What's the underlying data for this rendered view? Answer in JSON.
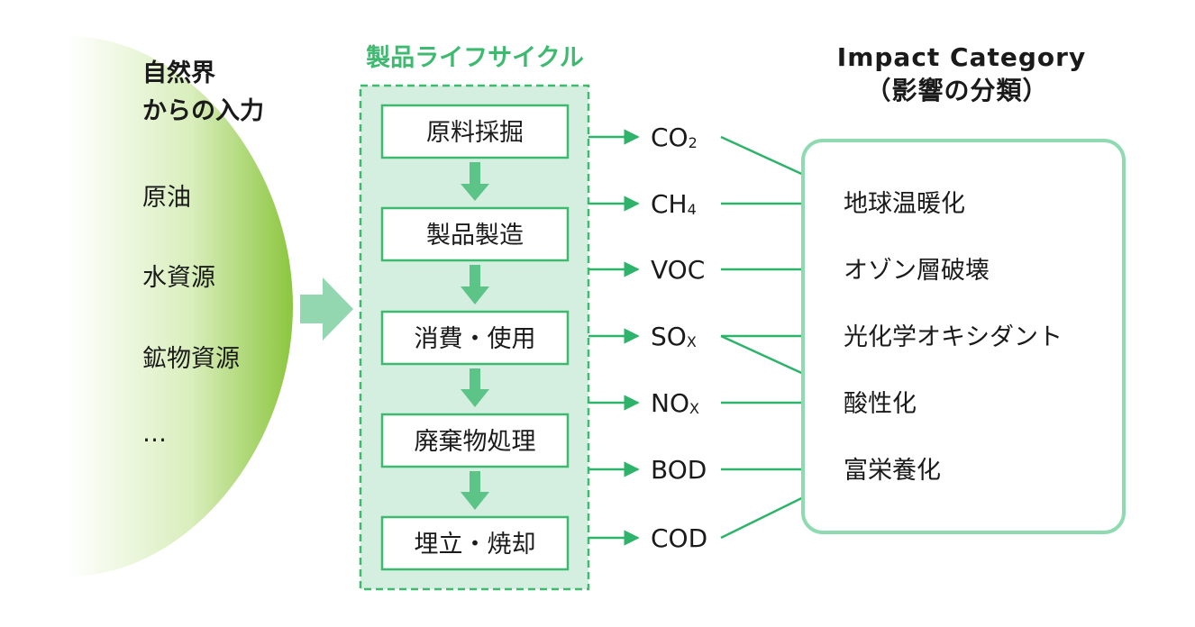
{
  "colors": {
    "nature_light": "#ffffff",
    "nature_dark": "#8cc63f",
    "lifecycle_fill": "#d4efdf",
    "lifecycle_border": "#3dba6f",
    "lifecycle_title": "#3dba6f",
    "stage_border": "#3dba6f",
    "down_arrow": "#5cc487",
    "big_arrow": "#92d7b0",
    "flow_arrow": "#2eb36a",
    "impact_border": "#8fdab1"
  },
  "nature": {
    "title_line1": "自然界",
    "title_line2": "からの入力",
    "items": [
      "原油",
      "水資源",
      "鉱物資源",
      "…"
    ]
  },
  "lifecycle": {
    "title": "製品ライフサイクル",
    "stages": [
      "原料採掘",
      "製品製造",
      "消費・使用",
      "廃棄物処理",
      "埋立・焼却"
    ]
  },
  "substances": [
    {
      "base": "CO",
      "sub": "2"
    },
    {
      "base": "CH",
      "sub": "4"
    },
    {
      "base": "VOC",
      "sub": ""
    },
    {
      "base": "SO",
      "sub": "X"
    },
    {
      "base": "NO",
      "sub": "X"
    },
    {
      "base": "BOD",
      "sub": ""
    },
    {
      "base": "COD",
      "sub": ""
    }
  ],
  "impact": {
    "title_line1": "Impact Category",
    "title_line2": "（影響の分類）",
    "items": [
      "地球温暖化",
      "オゾン層破壊",
      "光化学オキシダント",
      "酸性化",
      "富栄養化"
    ]
  },
  "links": [
    {
      "from": "CO2",
      "to": "地球温暖化"
    },
    {
      "from": "CH4",
      "to": "地球温暖化"
    },
    {
      "from": "VOC",
      "to": "オゾン層破壊"
    },
    {
      "from": "SOX",
      "to": "光化学オキシダント"
    },
    {
      "from": "SOX",
      "to": "酸性化"
    },
    {
      "from": "NOX",
      "to": "酸性化"
    },
    {
      "from": "BOD",
      "to": "富栄養化"
    },
    {
      "from": "COD",
      "to": "富栄養化"
    }
  ]
}
